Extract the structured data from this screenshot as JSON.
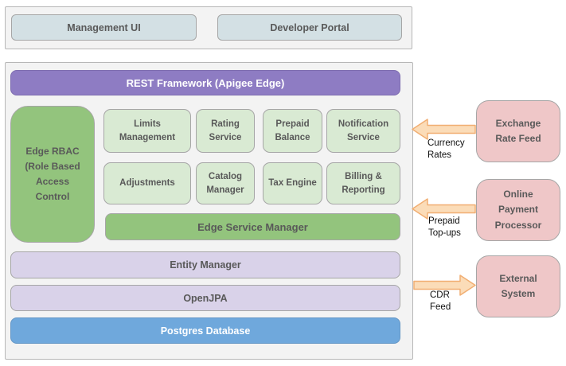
{
  "client_layer": {
    "management_ui": "Management UI",
    "developer_portal": "Developer Portal"
  },
  "platform": {
    "rest_framework": "REST Framework (Apigee Edge)",
    "edge_rbac": "Edge RBAC (Role Based Access Control",
    "services_row1": [
      "Limits Management",
      "Rating Service",
      "Prepaid Balance",
      "Notification Service"
    ],
    "services_row2": [
      "Adjustments",
      "Catalog Manager",
      "Tax Engine",
      "Billing & Reporting"
    ],
    "edge_service_manager": "Edge Service Manager",
    "entity_manager": "Entity Manager",
    "openjpa": "OpenJPA",
    "postgres_database": "Postgres Database"
  },
  "external_systems": [
    {
      "label": "Exchange Rate Feed",
      "flow": "Currency Rates",
      "direction": "into-platform"
    },
    {
      "label": "Online Payment Processor",
      "flow": "Prepaid Top-ups",
      "direction": "into-platform"
    },
    {
      "label": "External System",
      "flow": "CDR Feed",
      "direction": "out-of-platform"
    }
  ],
  "colors": {
    "container_bg": "#f3f3f3",
    "container_border": "#b7b7b7",
    "box_border": "#a6a6a6",
    "client_box": "#d3e0e4",
    "purple": "#8e7cc3",
    "purple_border": "#7e6db0",
    "green": "#93c47d",
    "light_green": "#d9ead3",
    "lavender": "#d9d2e9",
    "blue": "#6fa8dc",
    "blue_border": "#6597c6",
    "pink": "#efc7c8",
    "arrow_fill": "#fbdcb8",
    "arrow_stroke": "#f1ae72",
    "label_dark": "#595959",
    "text_white": "#ffffff"
  }
}
